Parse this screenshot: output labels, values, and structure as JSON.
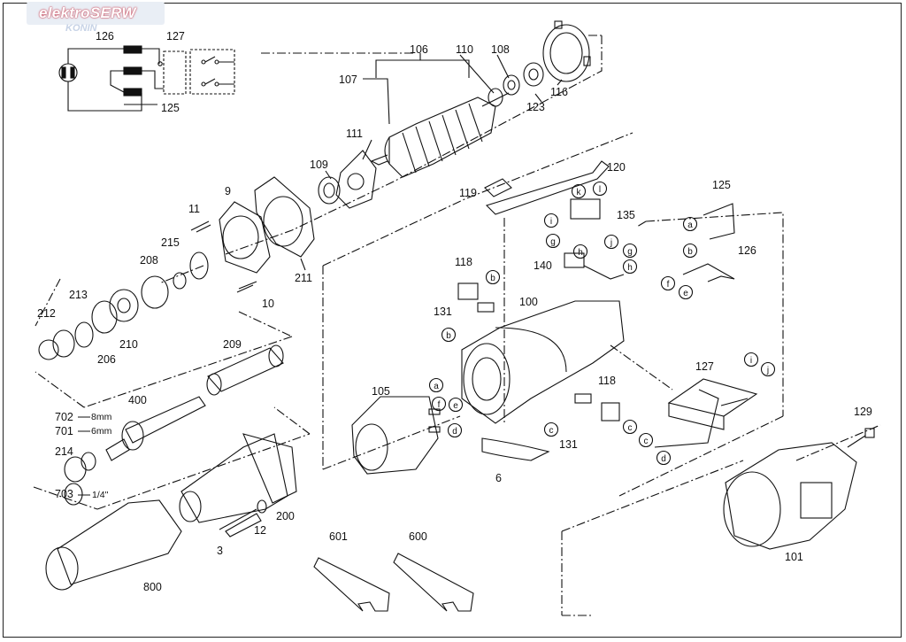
{
  "watermark": {
    "brand": "elektroSERW",
    "sub": "KONIN"
  },
  "labels": {
    "p126": "126",
    "p127": "127",
    "p125_top": "125",
    "p106": "106",
    "p107": "107",
    "p110": "110",
    "p108": "108",
    "p116": "116",
    "p123": "123",
    "p111": "111",
    "p109": "109",
    "p9": "9",
    "p11": "11",
    "p215": "215",
    "p208": "208",
    "p211": "211",
    "p10": "10",
    "p213": "213",
    "p212": "212",
    "p206": "206",
    "p210": "210",
    "p209": "209",
    "p400": "400",
    "p702": "702",
    "p701": "701",
    "p214": "214",
    "p703": "703",
    "mm8": "8mm",
    "mm6": "6mm",
    "inch": "1/4\"",
    "p12": "12",
    "p3": "3",
    "p200": "200",
    "p800": "800",
    "p120": "120",
    "p119": "119",
    "p135": "135",
    "p140": "140",
    "p118a": "118",
    "p131a": "131",
    "p100": "100",
    "p105": "105",
    "p118b": "118",
    "p131b": "131",
    "p6": "6",
    "p125": "125",
    "p126b": "126",
    "p127b": "127",
    "p129": "129",
    "p101": "101",
    "p601": "601",
    "p600": "600"
  },
  "letters": [
    "a",
    "b",
    "c",
    "d",
    "e",
    "f",
    "g",
    "h",
    "i",
    "j",
    "k",
    "l"
  ]
}
